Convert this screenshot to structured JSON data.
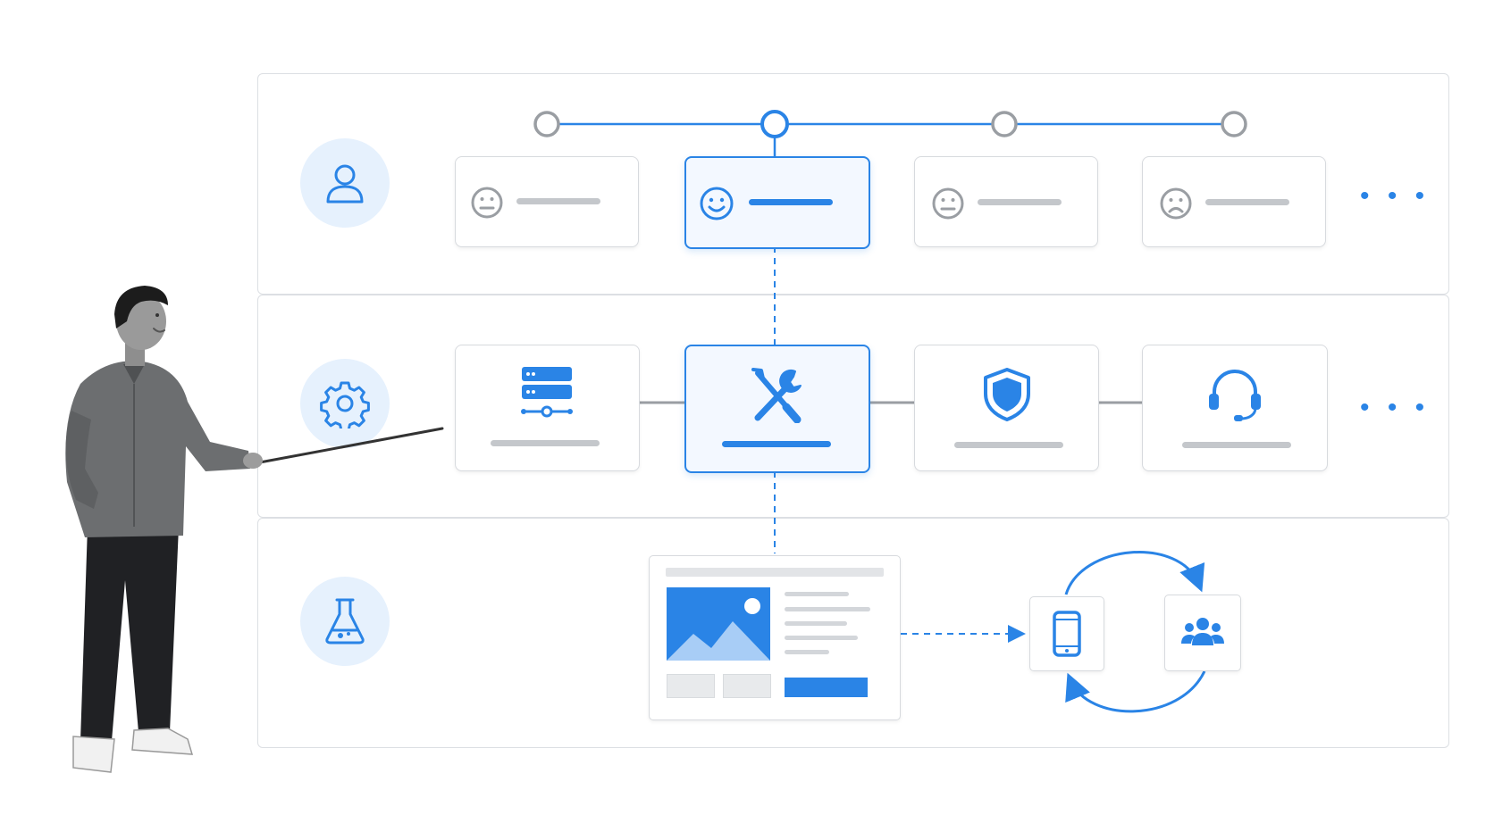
{
  "lanes": [
    {
      "id": "users",
      "icon": "user-icon"
    },
    {
      "id": "services",
      "icon": "gear-icon"
    },
    {
      "id": "experiments",
      "icon": "flask-icon"
    }
  ],
  "journey_stages": [
    {
      "icon": "neutral-face-icon",
      "active": false
    },
    {
      "icon": "smiley-face-icon",
      "active": true
    },
    {
      "icon": "neutral-face-icon",
      "active": false
    },
    {
      "icon": "sad-face-icon",
      "active": false
    }
  ],
  "services": [
    {
      "icon": "server-icon",
      "active": false
    },
    {
      "icon": "tools-icon",
      "active": true
    },
    {
      "icon": "shield-icon",
      "active": false
    },
    {
      "icon": "headset-icon",
      "active": false
    }
  ],
  "more_indicator": "• • •",
  "experiment": {
    "mockup": "webpage-mockup",
    "targets": [
      "mobile-phone-icon",
      "user-group-icon"
    ]
  },
  "colors": {
    "accent": "#2a84e6",
    "accent_light": "#e6f1fd",
    "border": "#dcdfe3",
    "muted": "#c4c7cb"
  }
}
